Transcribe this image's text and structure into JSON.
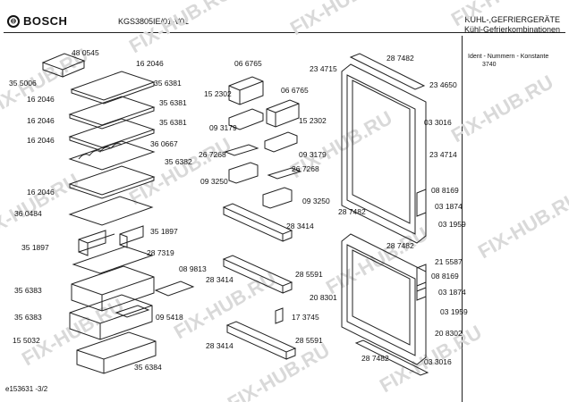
{
  "header": {
    "brand": "BOSCH",
    "model": "KGS3805IE/01-V01",
    "category_line1": "KÜHL-,GEFRIERGERÄTE",
    "category_line2": "Kühl-Gefrierkombinationen"
  },
  "side_panel": {
    "ident_label": "Ident - Nummern - Konstante",
    "ident_value": "3740"
  },
  "watermark": "FIX-HUB.RU",
  "footer": {
    "doc_id": "e153631",
    "page": "-3/2"
  },
  "parts": [
    {
      "id": "p01",
      "label": "48 0545"
    },
    {
      "id": "p02",
      "label": "16 2046"
    },
    {
      "id": "p03",
      "label": "35 5006"
    },
    {
      "id": "p04",
      "label": "35 6381"
    },
    {
      "id": "p05",
      "label": "16 2046"
    },
    {
      "id": "p06",
      "label": "35 6381"
    },
    {
      "id": "p07",
      "label": "16 2046"
    },
    {
      "id": "p08",
      "label": "35 6381"
    },
    {
      "id": "p09",
      "label": "16 2046"
    },
    {
      "id": "p10",
      "label": "36 0667"
    },
    {
      "id": "p11",
      "label": "35 6382"
    },
    {
      "id": "p12",
      "label": "16 2046"
    },
    {
      "id": "p13",
      "label": "36 0484"
    },
    {
      "id": "p14",
      "label": "35 1897"
    },
    {
      "id": "p15",
      "label": "35 1897"
    },
    {
      "id": "p16",
      "label": "28 7319"
    },
    {
      "id": "p17",
      "label": "08 9813"
    },
    {
      "id": "p18",
      "label": "35 6383"
    },
    {
      "id": "p19",
      "label": "35 6383"
    },
    {
      "id": "p20",
      "label": "09 5418"
    },
    {
      "id": "p21",
      "label": "15 5032"
    },
    {
      "id": "p22",
      "label": "35 6384"
    },
    {
      "id": "p23",
      "label": "06 6765"
    },
    {
      "id": "p24",
      "label": "06 6765"
    },
    {
      "id": "p25",
      "label": "15 2302"
    },
    {
      "id": "p26",
      "label": "15 2302"
    },
    {
      "id": "p27",
      "label": "09 3179"
    },
    {
      "id": "p28",
      "label": "09 3179"
    },
    {
      "id": "p29",
      "label": "26 7268"
    },
    {
      "id": "p30",
      "label": "26 7268"
    },
    {
      "id": "p31",
      "label": "09 3250"
    },
    {
      "id": "p32",
      "label": "09 3250"
    },
    {
      "id": "p33",
      "label": "28 3414"
    },
    {
      "id": "p34",
      "label": "28 5591"
    },
    {
      "id": "p35",
      "label": "28 3414"
    },
    {
      "id": "p36",
      "label": "17 3745"
    },
    {
      "id": "p37",
      "label": "28 5591"
    },
    {
      "id": "p38",
      "label": "28 3414"
    },
    {
      "id": "p39",
      "label": "23 4715"
    },
    {
      "id": "p40",
      "label": "28 7482"
    },
    {
      "id": "p41",
      "label": "23 4650"
    },
    {
      "id": "p42",
      "label": "03 3016"
    },
    {
      "id": "p43",
      "label": "23 4714"
    },
    {
      "id": "p44",
      "label": "08 8169"
    },
    {
      "id": "p45",
      "label": "03 1874"
    },
    {
      "id": "p46",
      "label": "03 1959"
    },
    {
      "id": "p47",
      "label": "28 7482"
    },
    {
      "id": "p48",
      "label": "28 7482"
    },
    {
      "id": "p49",
      "label": "21 5587"
    },
    {
      "id": "p50",
      "label": "08 8169"
    },
    {
      "id": "p51",
      "label": "03 1874"
    },
    {
      "id": "p52",
      "label": "03 1959"
    },
    {
      "id": "p53",
      "label": "20 8301"
    },
    {
      "id": "p54",
      "label": "20 8302"
    },
    {
      "id": "p55",
      "label": "28 7482"
    },
    {
      "id": "p56",
      "label": "03 3016"
    }
  ]
}
